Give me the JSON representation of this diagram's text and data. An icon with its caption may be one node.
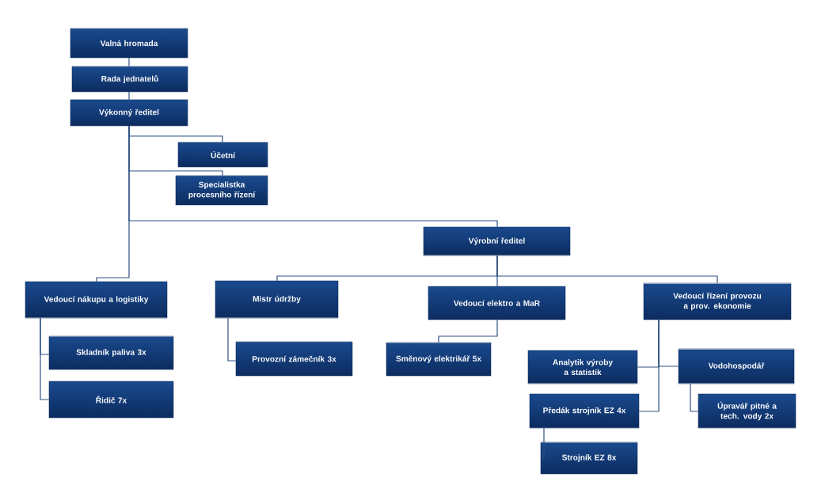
{
  "diagram": {
    "nodes": [
      {
        "text": [
          "Valná hromada"
        ]
      },
      {
        "text": [
          "Rada jednatelů"
        ]
      },
      {
        "text": [
          "Výkonný ředitel"
        ]
      },
      {
        "text": [
          "Účetní"
        ]
      },
      {
        "text": [
          "Specialistka procesního řízení"
        ]
      },
      {
        "text": [
          "Výrobní ředitel"
        ]
      },
      {
        "text": [
          "Vedoucí nákupu a logistiky"
        ]
      },
      {
        "text": [
          "Skladník paliva 3x"
        ]
      },
      {
        "text": [
          "Řidič 7x"
        ]
      },
      {
        "text": [
          "Mistr údržby"
        ]
      },
      {
        "text": [
          "Provozní zámečník 3x"
        ]
      },
      {
        "text": [
          "Vedoucí elektro a MaR"
        ]
      },
      {
        "text": [
          "Směnový elektrikář 5x"
        ]
      },
      {
        "text": [
          "Vedoucí řízení provozu a prov. ekonomie"
        ]
      },
      {
        "text": [
          "Analytik výroby a statistik"
        ]
      },
      {
        "text": [
          "Vodohospodář"
        ]
      },
      {
        "text": [
          "Předák strojník EZ 4x"
        ]
      },
      {
        "text": [
          "Úpravář pitné a tech. vody 2x"
        ]
      },
      {
        "text": [
          "Strojník EZ 8x"
        ]
      }
    ],
    "edges": [
      {
        "from": 0,
        "to": 1,
        "arrow": "none"
      },
      {
        "from": 1,
        "to": 2,
        "arrow": "none"
      },
      {
        "from": 2,
        "to": 3,
        "arrow": "none"
      },
      {
        "from": 2,
        "to": 4,
        "arrow": "none"
      },
      {
        "from": 2,
        "to": 5,
        "arrow": "none"
      },
      {
        "from": 2,
        "to": 6,
        "arrow": "none"
      },
      {
        "from": 6,
        "to": 7,
        "arrow": "none"
      },
      {
        "from": 6,
        "to": 8,
        "arrow": "none"
      },
      {
        "from": 5,
        "to": 9,
        "arrow": "none"
      },
      {
        "from": 5,
        "to": 11,
        "arrow": "none"
      },
      {
        "from": 5,
        "to": 13,
        "arrow": "none"
      },
      {
        "from": 9,
        "to": 10,
        "arrow": "none"
      },
      {
        "from": 11,
        "to": 12,
        "arrow": "none"
      },
      {
        "from": 13,
        "to": 14,
        "arrow": "none"
      },
      {
        "from": 13,
        "to": 15,
        "arrow": "none"
      },
      {
        "from": 13,
        "to": 16,
        "arrow": "none"
      },
      {
        "from": 15,
        "to": 17,
        "arrow": "none"
      },
      {
        "from": 16,
        "to": 18,
        "arrow": "none"
      }
    ]
  }
}
